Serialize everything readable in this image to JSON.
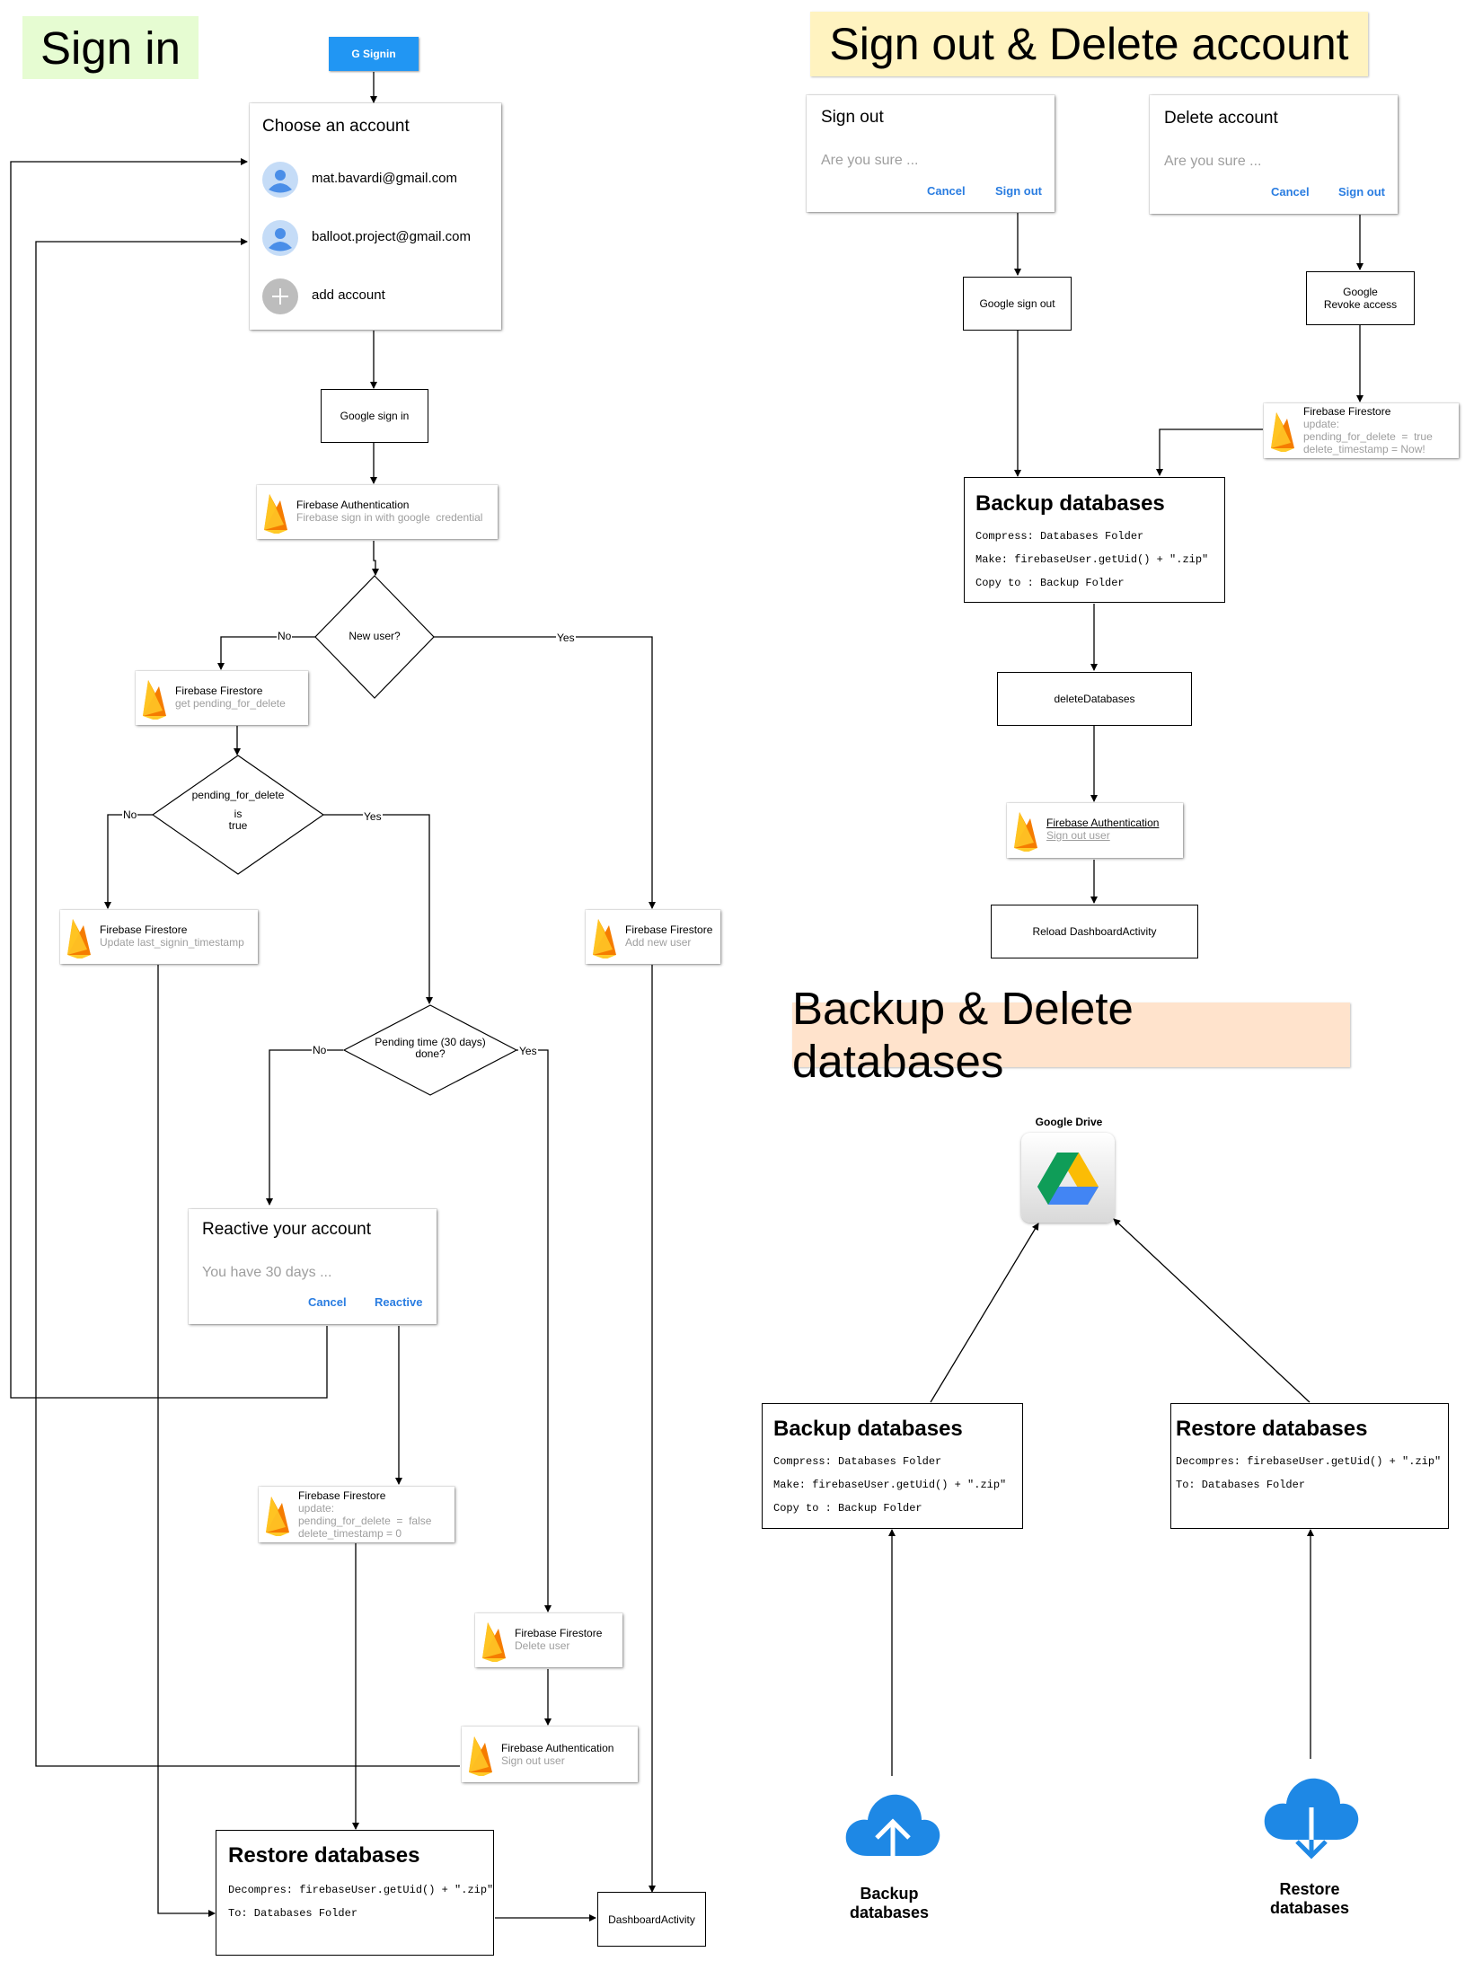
{
  "sections": {
    "sign_in": "Sign in",
    "sign_out_delete": "Sign out & Delete account",
    "backup_delete": "Backup & Delete databases"
  },
  "colors": {
    "sign_in_bg": "#e6fcd2",
    "sign_out_bg": "#fff3c0",
    "backup_bg": "#ffe3cc",
    "google_blue": "#2196f3",
    "dialog_button": "#2a7de1",
    "firebase_yellow": "#ffca28",
    "firebase_orange": "#f57c00"
  },
  "signin": {
    "google_button": "G Signin",
    "chooser": {
      "title": "Choose an account",
      "accounts": [
        "mat.bavardi@gmail.com",
        "balloot.project@gmail.com"
      ],
      "add": "add account"
    },
    "google_sign_in": "Google sign in",
    "firebase_auth": {
      "title": "Firebase Authentication",
      "subtitle": "Firebase sign in with google  credential"
    },
    "new_user": "New user?",
    "no": "No",
    "yes": "Yes",
    "fs_get_pending": {
      "title": "Firebase Firestore",
      "subtitle": "get pending_for_delete"
    },
    "pending_decision": {
      "line1": "pending_for_delete",
      "line2": "is",
      "line3": "true"
    },
    "fs_update_last": {
      "title": "Firebase Firestore",
      "subtitle": "Update last_signin_timestamp"
    },
    "fs_add_user": {
      "title": "Firebase Firestore",
      "subtitle": "Add new user"
    },
    "pending_time": {
      "line1": "Pending time (30 days)",
      "line2": "done?"
    },
    "reactive_dialog": {
      "title": "Reactive your account",
      "message": "You have 30 days ...",
      "cancel": "Cancel",
      "ok": "Reactive"
    },
    "fs_update_pending": {
      "title": "Firebase Firestore",
      "subtitle": "update:\npending_for_delete  =  false\ndelete_timestamp = 0"
    },
    "fs_delete_user": {
      "title": "Firebase Firestore",
      "subtitle": "Delete user"
    },
    "fb_signout": {
      "title": "Firebase Authentication",
      "subtitle": "Sign out user"
    },
    "restore": {
      "title": "Restore databases",
      "line1": "Decompres: firebaseUser.getUid() + \".zip\"",
      "line2": "To: Databases Folder"
    },
    "dashboard": "DashboardActivity"
  },
  "signout": {
    "dialog": {
      "title": "Sign out",
      "message": "Are you sure ...",
      "cancel": "Cancel",
      "ok": "Sign out"
    },
    "google_sign_out": "Google sign out",
    "delete_dialog": {
      "title": "Delete account",
      "message": "Are you sure ...",
      "cancel": "Cancel",
      "ok": "Sign out"
    },
    "revoke": {
      "line1": "Google",
      "line2": "Revoke access"
    },
    "fs_update": {
      "title": "Firebase Firestore",
      "subtitle": "update:\npending_for_delete  =  true\ndelete_timestamp = Now!"
    },
    "backup": {
      "title": "Backup databases",
      "line1": "Compress: Databases Folder",
      "line2": "Make: firebaseUser.getUid() + \".zip\"",
      "line3": "Copy to : Backup Folder"
    },
    "delete_databases": "deleteDatabases",
    "fb_auth": {
      "title": "Firebase Authentication",
      "subtitle": "Sign out user"
    },
    "reload": "Reload DashboardActivity"
  },
  "backup_section": {
    "drive_label": "Google Drive",
    "backup": {
      "title": "Backup databases",
      "line1": "Compress: Databases Folder",
      "line2": "Make: firebaseUser.getUid() + \".zip\"",
      "line3": "Copy to : Backup Folder"
    },
    "restore": {
      "title": "Restore databases",
      "line1": "Decompres: firebaseUser.getUid() + \".zip\"",
      "line2": "To: Databases Folder"
    },
    "cloud_upload": {
      "line1": "Backup",
      "line2": "databases"
    },
    "cloud_download": {
      "line1": "Restore",
      "line2": "databases"
    }
  }
}
